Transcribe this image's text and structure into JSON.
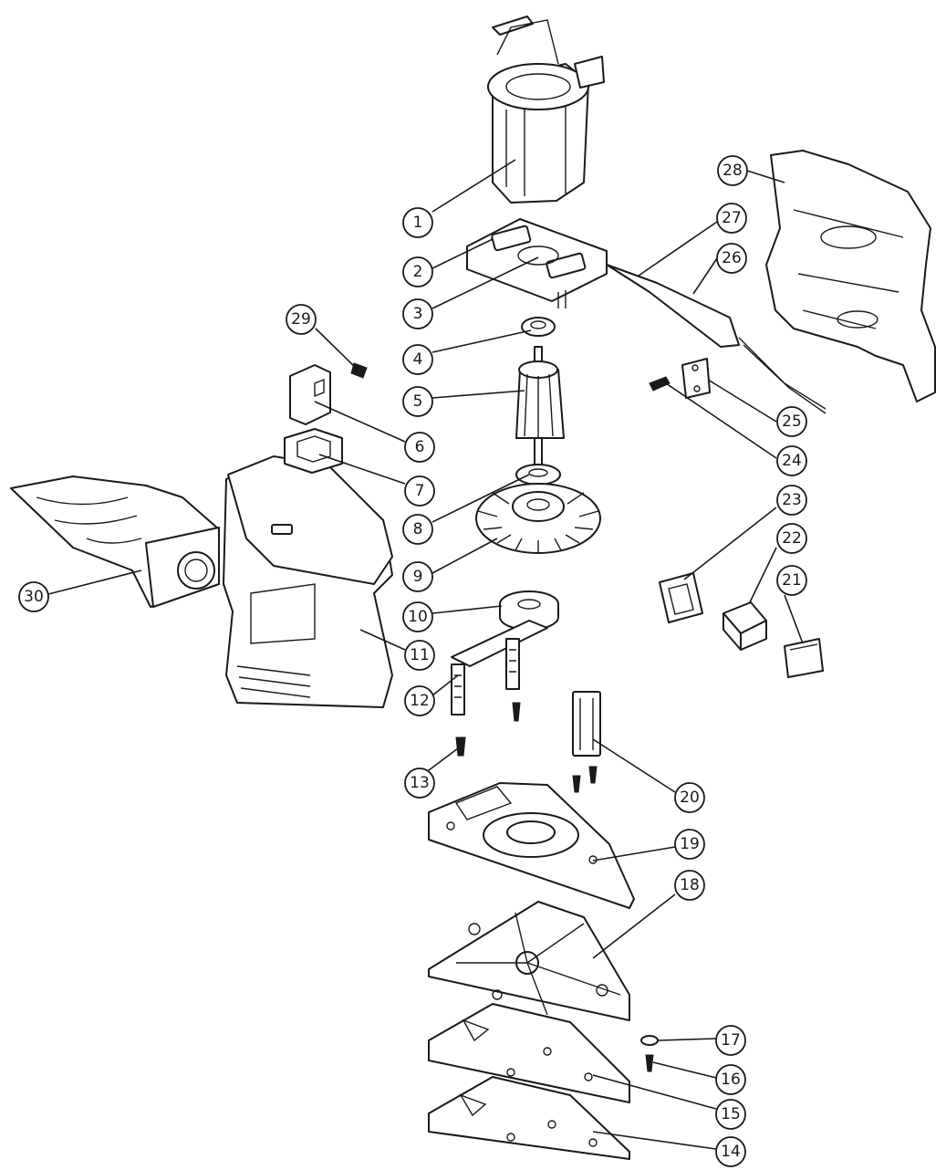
{
  "callouts": [
    {
      "id": "c1",
      "label": "1"
    },
    {
      "id": "c2",
      "label": "2"
    },
    {
      "id": "c3",
      "label": "3"
    },
    {
      "id": "c4",
      "label": "4"
    },
    {
      "id": "c5",
      "label": "5"
    },
    {
      "id": "c6",
      "label": "6"
    },
    {
      "id": "c7",
      "label": "7"
    },
    {
      "id": "c8",
      "label": "8"
    },
    {
      "id": "c9",
      "label": "9"
    },
    {
      "id": "c10",
      "label": "10"
    },
    {
      "id": "c11",
      "label": "11"
    },
    {
      "id": "c12",
      "label": "12"
    },
    {
      "id": "c13",
      "label": "13"
    },
    {
      "id": "c14",
      "label": "14"
    },
    {
      "id": "c15",
      "label": "15"
    },
    {
      "id": "c16",
      "label": "16"
    },
    {
      "id": "c17",
      "label": "17"
    },
    {
      "id": "c18",
      "label": "18"
    },
    {
      "id": "c19",
      "label": "19"
    },
    {
      "id": "c20",
      "label": "20"
    },
    {
      "id": "c21",
      "label": "21"
    },
    {
      "id": "c22",
      "label": "22"
    },
    {
      "id": "c23",
      "label": "23"
    },
    {
      "id": "c24",
      "label": "24"
    },
    {
      "id": "c25",
      "label": "25"
    },
    {
      "id": "c26",
      "label": "26"
    },
    {
      "id": "c27",
      "label": "27"
    },
    {
      "id": "c28",
      "label": "28"
    },
    {
      "id": "c29",
      "label": "29"
    },
    {
      "id": "c30",
      "label": "30"
    }
  ],
  "colors": {
    "line": "#1a1a1a",
    "background": "#ffffff"
  }
}
